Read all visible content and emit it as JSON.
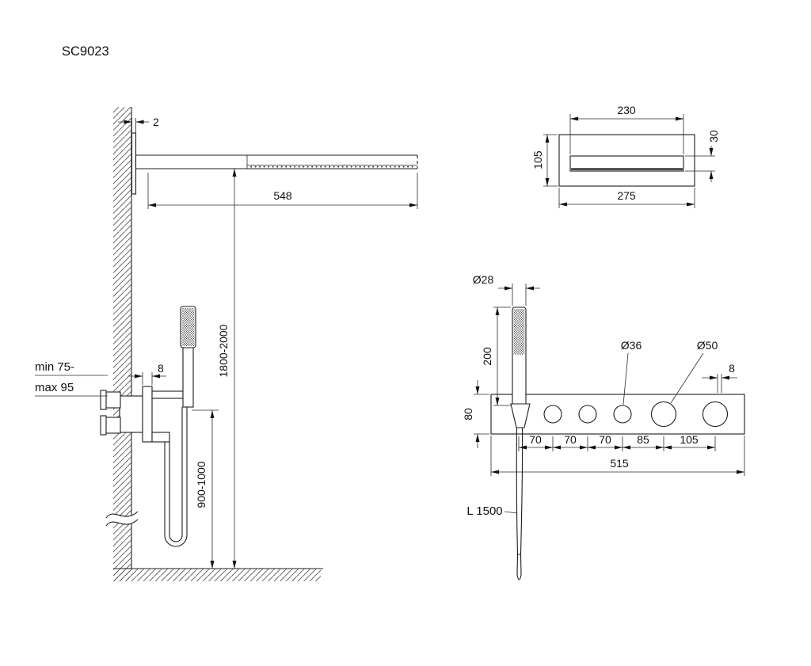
{
  "title": "SC9023",
  "side_view": {
    "plate_thickness": "2",
    "arm_length": "548",
    "mount_height_range": "1800-2000",
    "wall_distance_line1": "min 75-",
    "wall_distance_line2": "max 95",
    "trim_thickness": "8",
    "valve_height_range": "900-1000"
  },
  "plan_view": {
    "slot_width": "230",
    "body_depth": "105",
    "slot_depth": "30",
    "body_width": "275"
  },
  "front_view": {
    "handshower_diameter": "Ø28",
    "handshower_length": "200",
    "panel_height": "80",
    "knob_small_diameter": "Ø36",
    "knob_large_diameter": "Ø50",
    "panel_edge": "8",
    "spacings": [
      "70",
      "70",
      "70",
      "85",
      "105"
    ],
    "panel_width": "515",
    "hose_length": "L 1500"
  },
  "colors": {
    "line": "#1c1c1c",
    "background": "#ffffff"
  }
}
